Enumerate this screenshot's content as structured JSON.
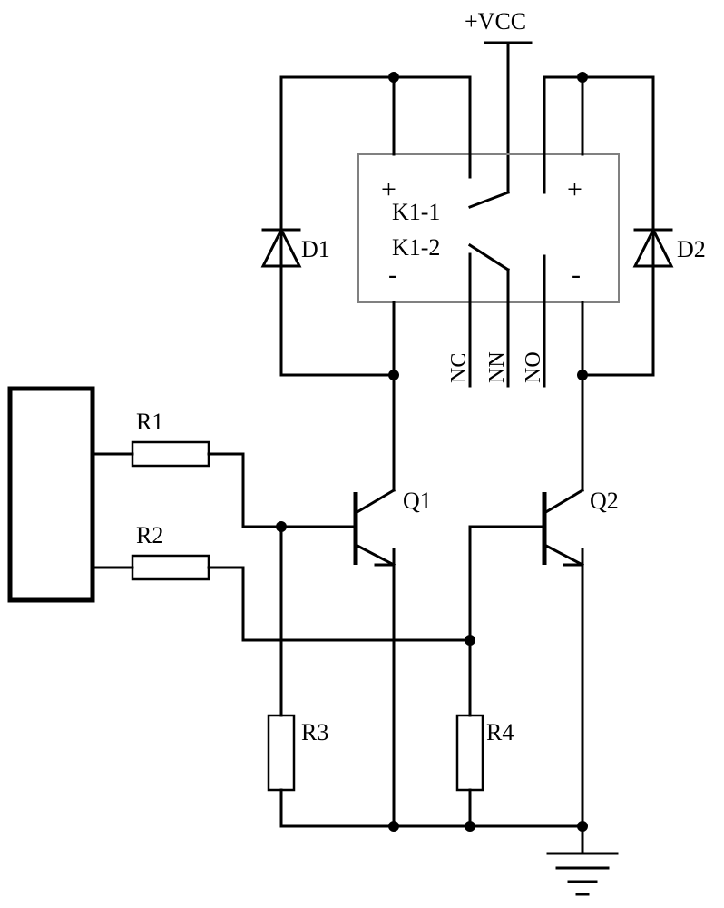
{
  "supply": "+VCC",
  "relay": {
    "contact1": "K1-1",
    "contact2": "K1-2",
    "left_plus": "+",
    "left_minus": "-",
    "right_plus": "+",
    "right_minus": "-",
    "pins": [
      "NC",
      "NN",
      "NO"
    ]
  },
  "diodes": [
    "D1",
    "D2"
  ],
  "transistors": [
    "Q1",
    "Q2"
  ],
  "resistors": [
    "R1",
    "R2",
    "R3",
    "R4"
  ]
}
